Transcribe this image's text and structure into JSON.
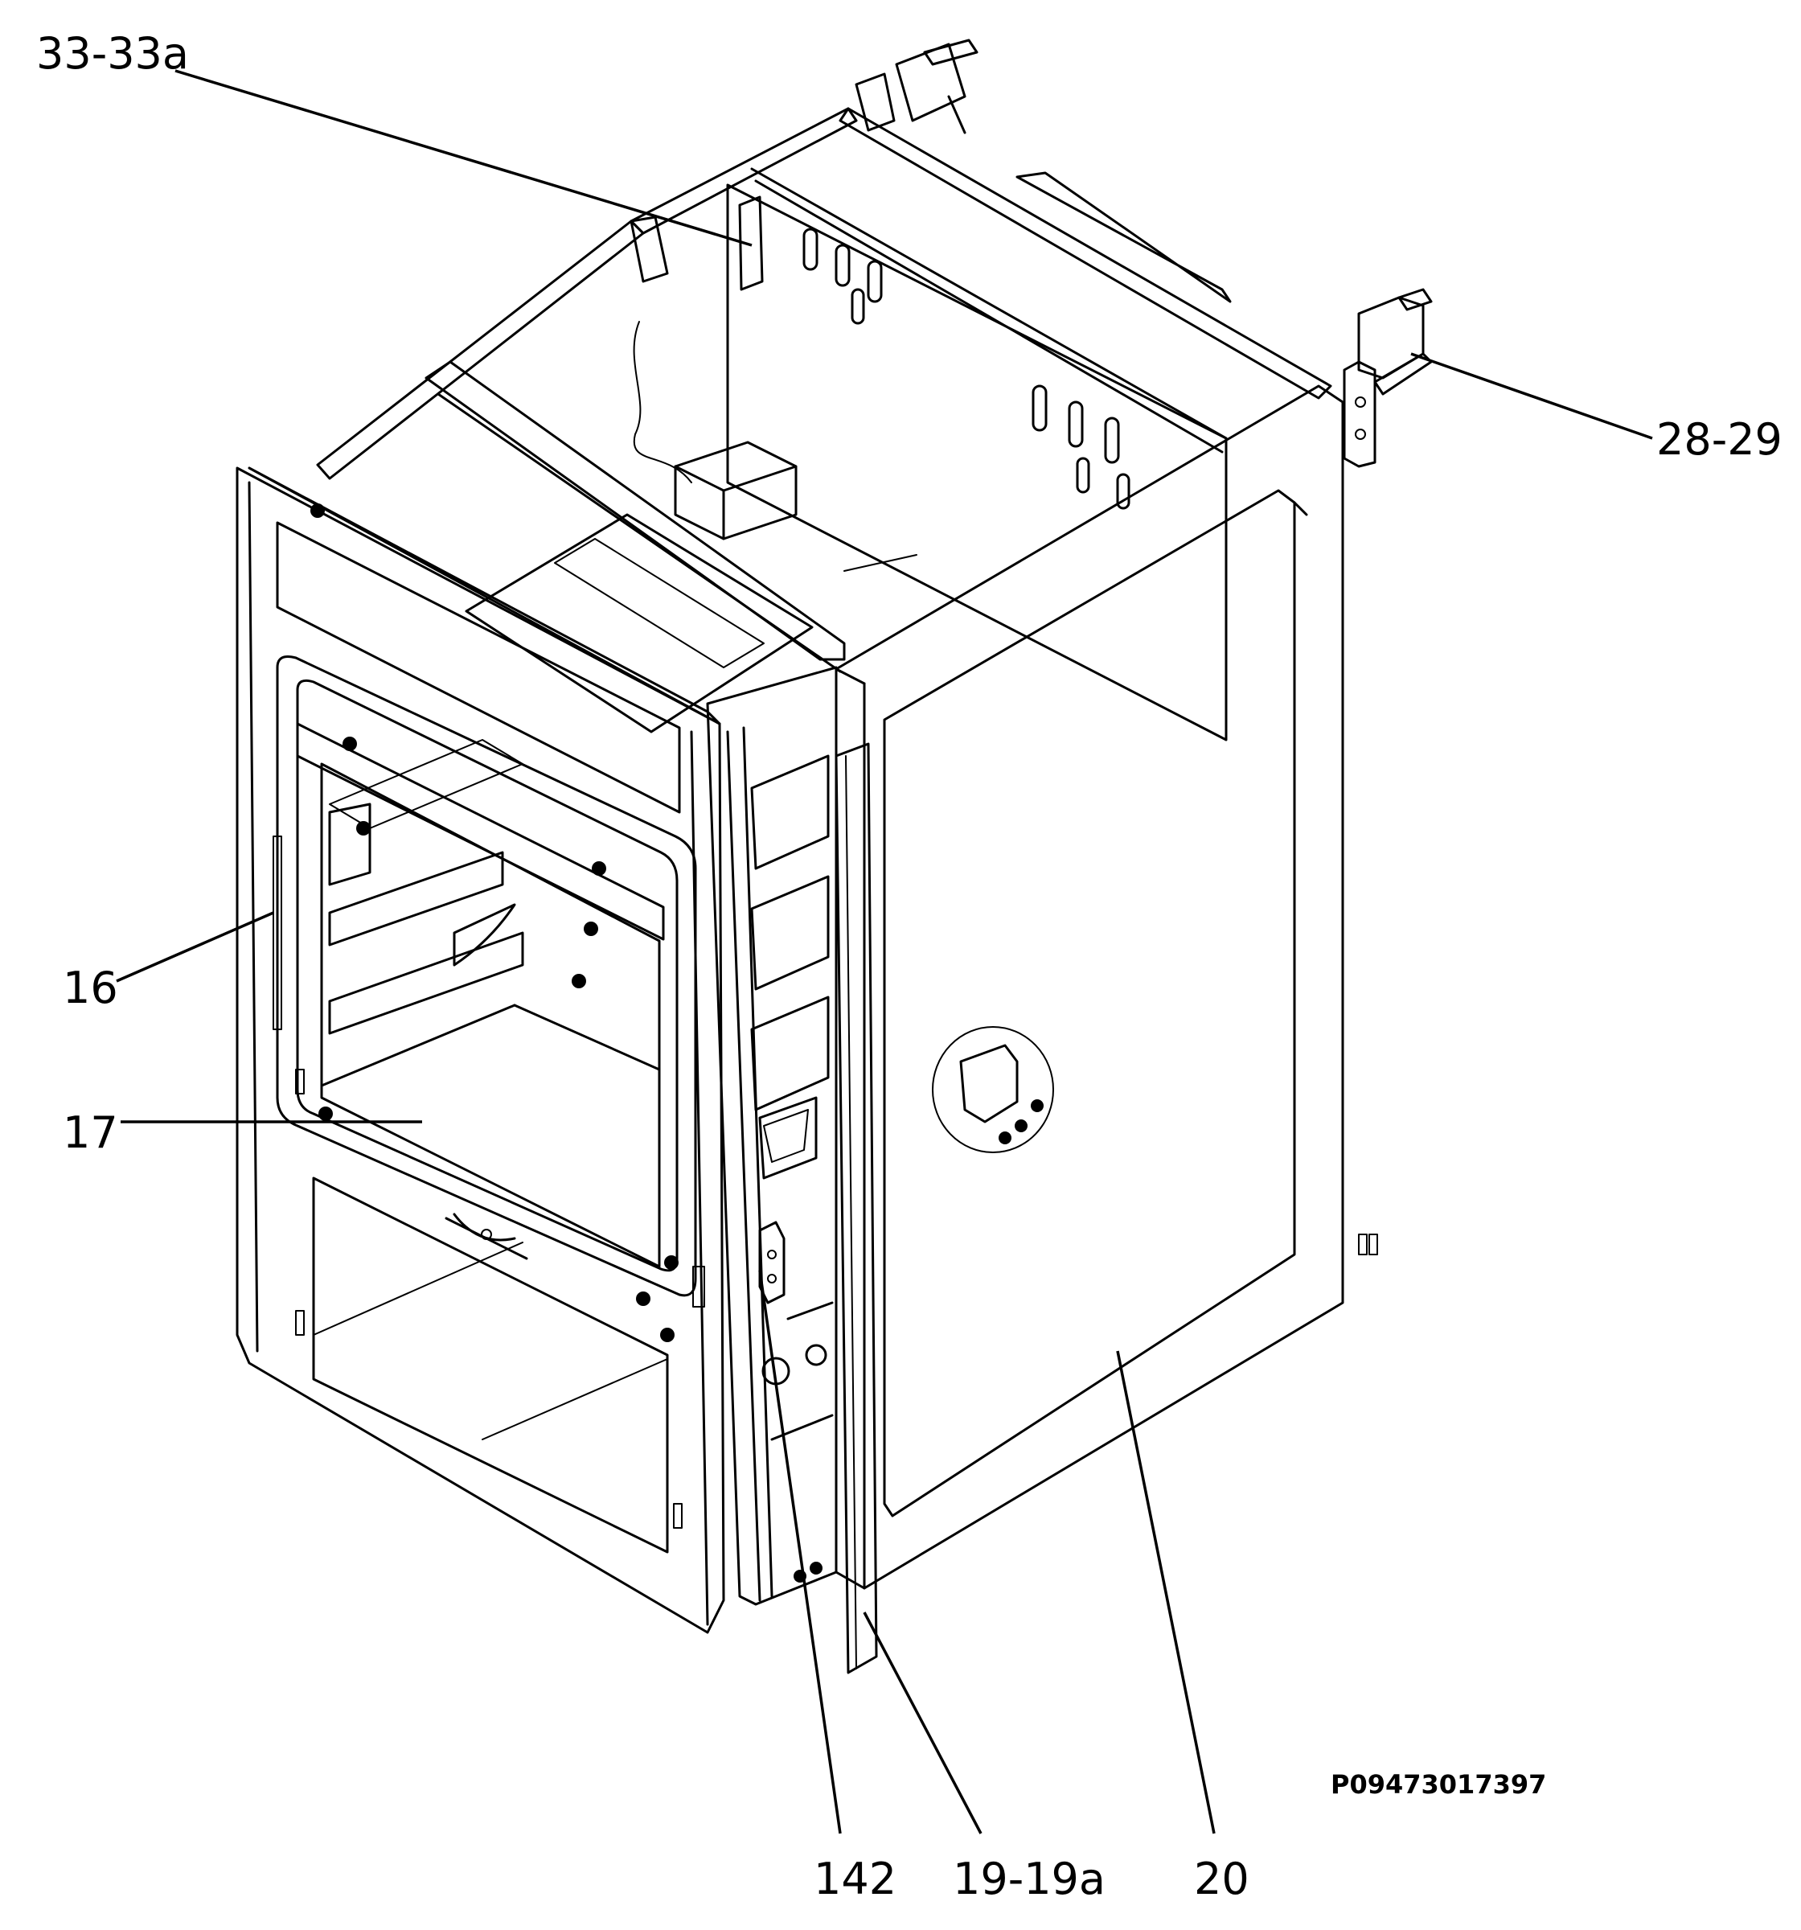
{
  "callouts": [
    {
      "id": "c33",
      "label": "33-33a"
    },
    {
      "id": "c28",
      "label": "28-29"
    },
    {
      "id": "c16",
      "label": "16"
    },
    {
      "id": "c17",
      "label": "17"
    },
    {
      "id": "c142",
      "label": "142"
    },
    {
      "id": "c19",
      "label": "19-19a"
    },
    {
      "id": "c20",
      "label": "20"
    }
  ],
  "diagram_code": "P09473017397"
}
